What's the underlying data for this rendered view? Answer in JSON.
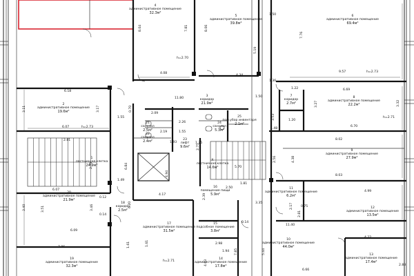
{
  "highlight_color": "#d9232e",
  "rooms": [
    {
      "num": "4",
      "name": "административное помещение",
      "area": "32.3м²"
    },
    {
      "num": "5",
      "name": "административное помещение",
      "area": "39.8м²"
    },
    {
      "num": "6",
      "name": "административное помещение",
      "area": "69.4м²"
    },
    {
      "num": "2",
      "name": "административное помещение",
      "area": "19.6м²"
    },
    {
      "num": "3",
      "name": "коридор",
      "area": "21.9м²"
    },
    {
      "num": "7",
      "name": "коридор",
      "area": "2.7м²"
    },
    {
      "num": "8",
      "name": "административное помещение",
      "area": "22.2м²"
    },
    {
      "num": "1",
      "name": "лестничная клетка",
      "area": "24.9м²"
    },
    {
      "num": "21",
      "name": "санузел",
      "area": "2.5м²"
    },
    {
      "num": "22",
      "name": "санузел",
      "area": "2.4м²"
    },
    {
      "num": "23",
      "name": "лифт",
      "area": "9.6м²"
    },
    {
      "num": "24",
      "name": "санузел",
      "area": "5.3м²"
    },
    {
      "num": "25",
      "name": "пом.убор инвентаря",
      "area": "2.1м²"
    },
    {
      "num": "X",
      "name": "лестничная клетка",
      "area": "14.6м²"
    },
    {
      "num": "9",
      "name": "административное помещение",
      "area": "27.9м²"
    },
    {
      "num": "20",
      "name": "административное помещение",
      "area": "21.9м²"
    },
    {
      "num": "18",
      "name": "коридор",
      "area": "2.5м²"
    },
    {
      "num": "16",
      "name": "помещение пищи",
      "area": "5.9м²"
    },
    {
      "num": "11",
      "name": "административное помещение",
      "area": "6.2м²"
    },
    {
      "num": "12",
      "name": "административное помещение",
      "area": "13.5м²"
    },
    {
      "num": "17",
      "name": "административное помещение",
      "area": "31.5м²"
    },
    {
      "num": "15",
      "name": "подсобное помещение",
      "area": "3.8м²"
    },
    {
      "num": "10",
      "name": "административное помещение",
      "area": "44.0м²"
    },
    {
      "num": "19",
      "name": "административное помещение",
      "area": "32.3м²"
    },
    {
      "num": "14",
      "name": "административное помещение",
      "area": "17.8м²"
    },
    {
      "num": "13",
      "name": "административное помещение",
      "area": "17.4м²"
    }
  ],
  "dimensions": [
    "8.04",
    "7.81",
    "1.50",
    "8.06",
    "5.19",
    "7.76",
    "4.08",
    "h=2.70",
    "4.34",
    "9.57",
    "h=2.73",
    "6.18",
    "1.36",
    "6.69",
    "1.22",
    "11.80",
    "1.50",
    "3.17",
    "3.32",
    "0.70",
    "3.11",
    "3.27",
    "h=2.73",
    "6.07",
    "1.55",
    "2.09",
    "2.26",
    "1.55",
    "2.19",
    "3.53",
    "6.70",
    "1.20",
    "1.48",
    "h=2.71",
    "2.81",
    "2.79",
    "6.84",
    "1.93",
    "2.75",
    "8.02",
    "2.56",
    "4.38",
    "1.25",
    "4.94",
    "8.03",
    "5.70",
    "1.81",
    "1.49",
    "6.07",
    "0.12",
    "4.17",
    "2.50",
    "4.99",
    "3.40",
    "3.51",
    "3.46",
    "0.14",
    "6.20",
    "2.39",
    "3.35",
    "2.17",
    "2.81",
    "0.75",
    "6.09",
    "0.14",
    "11.40",
    "2.98",
    "4.22",
    "7.86",
    "h=2.71",
    "1.61",
    "1.61",
    "7.85",
    "5.44",
    "2.83",
    "4.03",
    "1.94",
    "6.66"
  ]
}
